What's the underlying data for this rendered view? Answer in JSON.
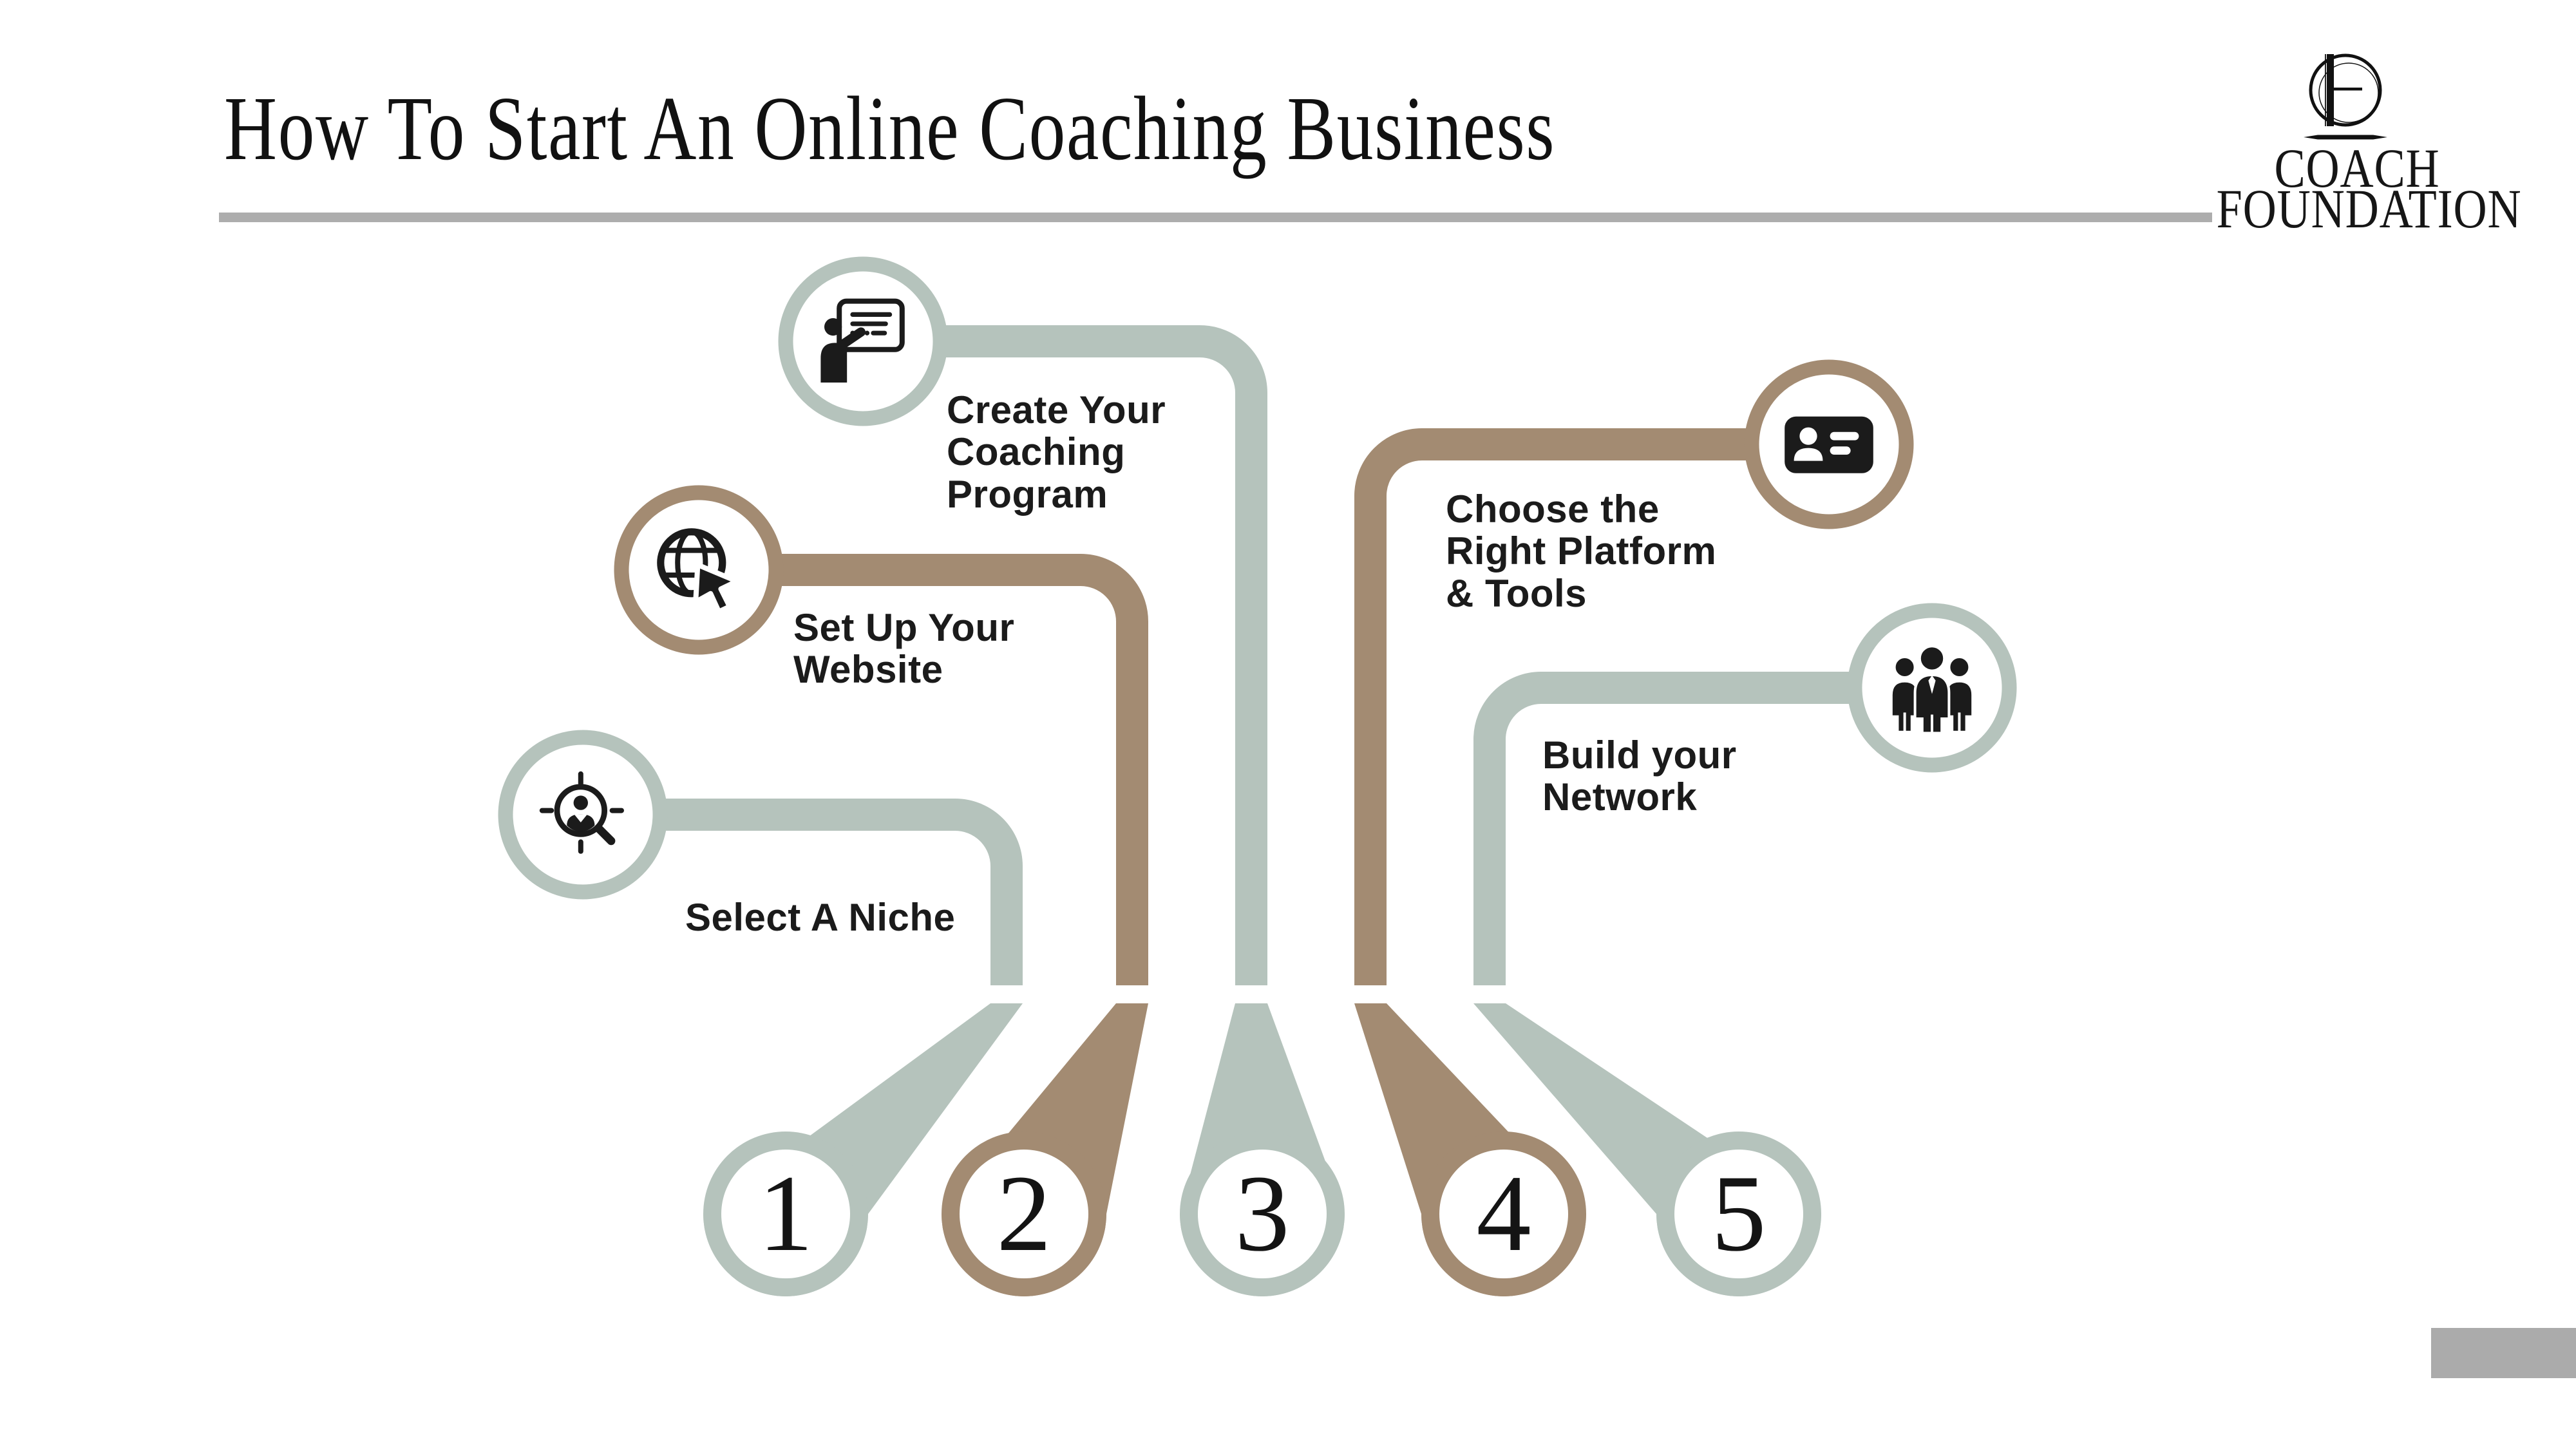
{
  "title": "How To Start An Online Coaching Business",
  "brand": {
    "line1": "COACH",
    "line2": "FOUNDATION",
    "monogram_icon": "cf-circle-monogram-icon"
  },
  "colors": {
    "sage": "#b5c3bc",
    "taupe": "#a38b72",
    "ink": "#1b1b1b",
    "divider": "#adadad",
    "corner": "#ababab"
  },
  "steps": [
    {
      "num": "1",
      "label": "Select A Niche",
      "color": "sage",
      "icon": "niche-search-person-icon"
    },
    {
      "num": "2",
      "label": "Set Up Your\nWebsite",
      "color": "taupe",
      "icon": "website-globe-cursor-icon"
    },
    {
      "num": "3",
      "label": "Create Your\nCoaching\nProgram",
      "color": "sage",
      "icon": "coaching-presentation-icon"
    },
    {
      "num": "4",
      "label": "Choose the\nRight Platform\n& Tools",
      "color": "taupe",
      "icon": "platform-id-card-icon"
    },
    {
      "num": "5",
      "label": "Build your\nNetwork",
      "color": "sage",
      "icon": "network-people-icon"
    }
  ]
}
